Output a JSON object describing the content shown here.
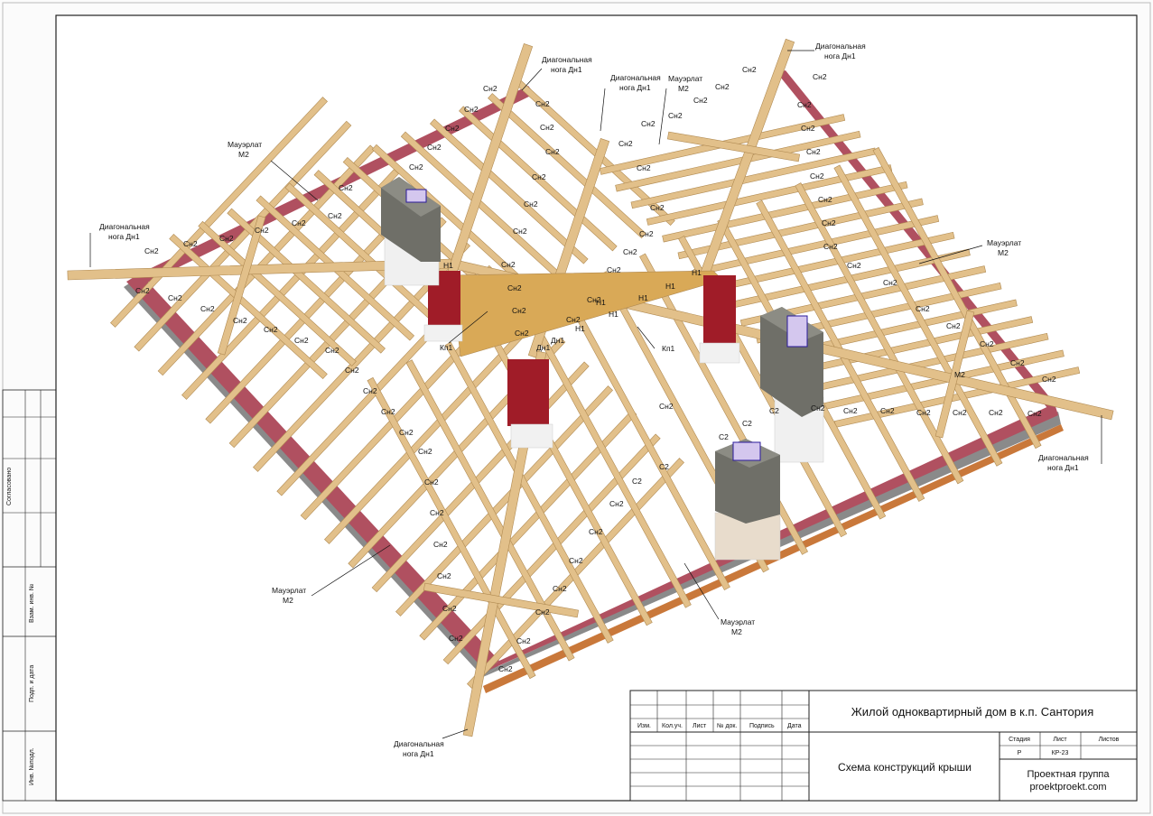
{
  "rafter_code": "Сн2",
  "rafter_c2_code": "С2",
  "beam_ridge_code": "Н1",
  "beam_kp_code": "Кп1",
  "diagonal_code": "Дн1",
  "m2_code": "М2",
  "callouts": {
    "diag_top": [
      "Диагональная",
      "нога Дн1"
    ],
    "diag_top2": [
      "Диагональная",
      "нога Дн1"
    ],
    "diag_top_right": [
      "Диагональная",
      "нога Дн1"
    ],
    "diag_left": [
      "Диагональная",
      "нога Дн1"
    ],
    "diag_right": [
      "Диагональная",
      "нога Дн1"
    ],
    "diag_bottom": [
      "Диагональная",
      "нога Дн1"
    ],
    "mauer_top_left": [
      "Мауэрлат",
      "М2"
    ],
    "mauer_top_mid": [
      "Мауэрлат",
      "М2"
    ],
    "mauer_right": [
      "Мауэрлат",
      "М2"
    ],
    "mauer_left": [
      "Мауэрлат",
      "М2"
    ],
    "mauer_bottom": [
      "Мауэрлат",
      "М2"
    ],
    "kp_left": "Кп1",
    "kp_mid": "Кп1"
  },
  "side_stamp": {
    "soglasovano": "Согласовано",
    "vzam_inv": "Взам. инв. №",
    "podp_data": "Подп. и дата",
    "inv_podl": "Инв. №подл."
  },
  "title_block": {
    "headers": [
      "Изм.",
      "Кол.уч.",
      "Лист",
      "№ док.",
      "Подпись",
      "Дата"
    ],
    "project": "Жилой одноквартирный дом в к.п. Сантория",
    "drawing_title": "Схема конструкций крыши",
    "stage_header": "Стадия",
    "sheet_header": "Лист",
    "sheets_header": "Листов",
    "stage_value": "Р",
    "sheet_value": "КР-23",
    "sheets_value": "",
    "company_name": "Проектная группа",
    "company_site": "proektproekt.com"
  },
  "colors": {
    "timber": "#e2c08a",
    "timber_dark": "#c9a268",
    "mauerlat_red": "#b05060",
    "wall_gray": "#8a8a8a",
    "chimney": "#777770",
    "column": "#a01c28"
  }
}
